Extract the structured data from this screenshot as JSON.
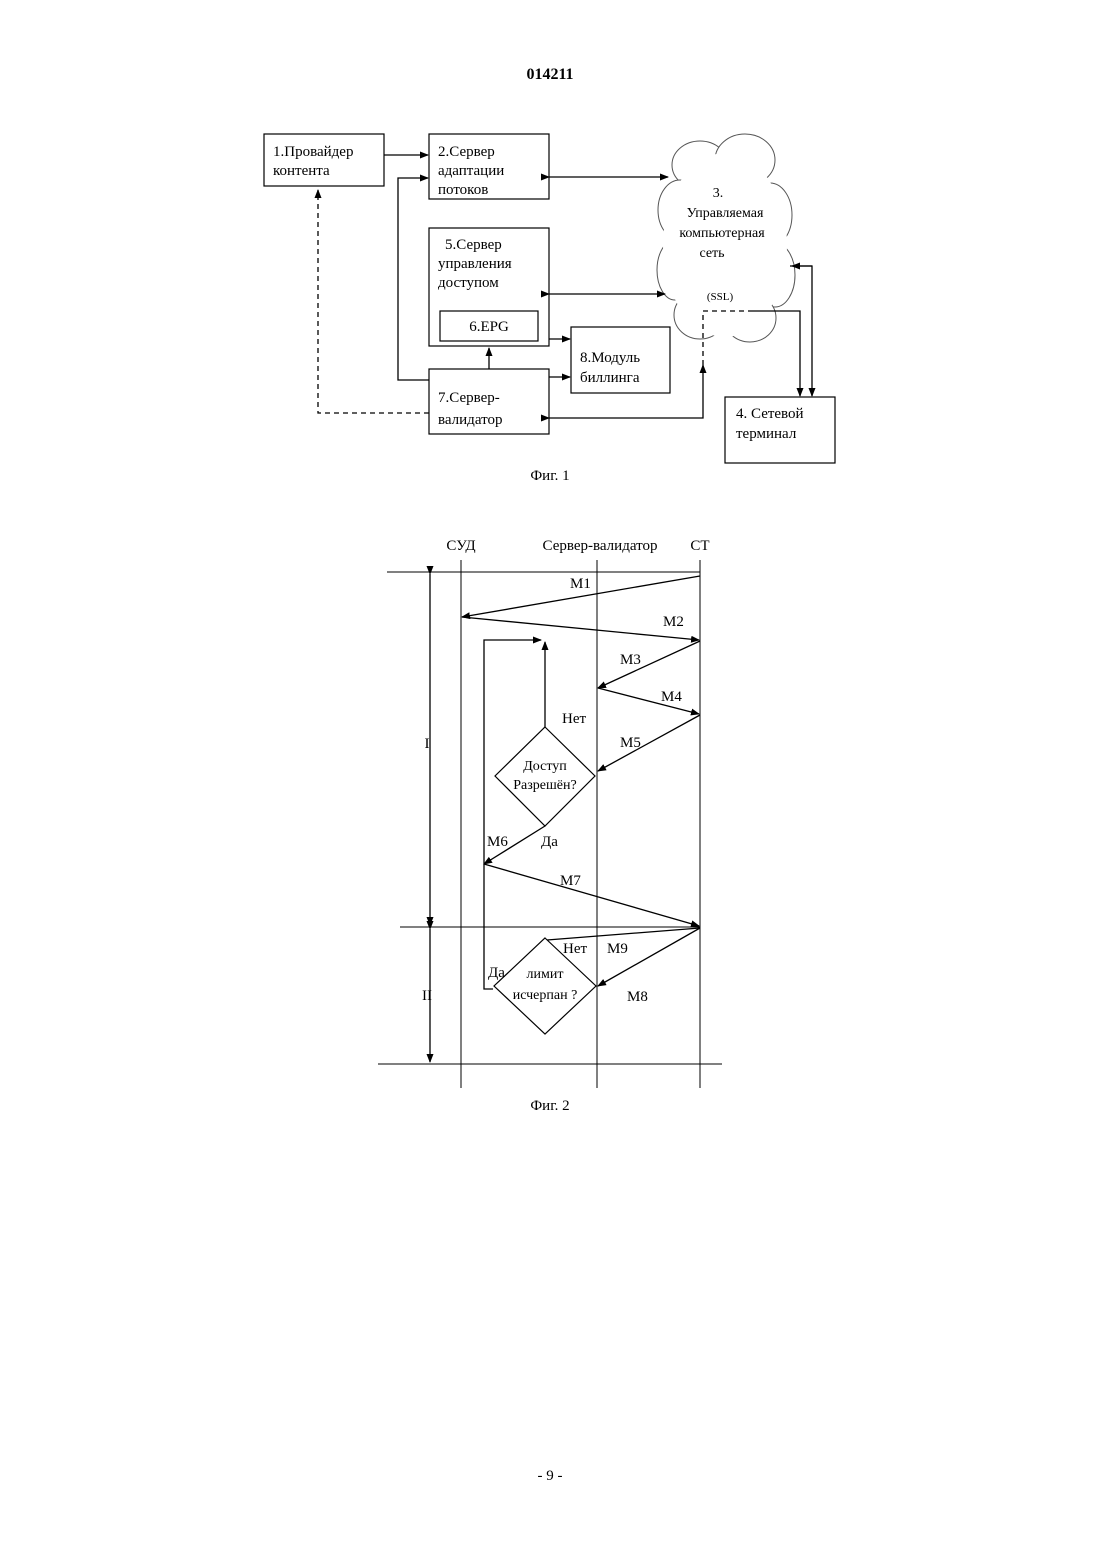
{
  "header": {
    "doc_number": "014211"
  },
  "fig1": {
    "caption": "Фиг. 1",
    "box1": [
      "1.Провайдер",
      "контента"
    ],
    "box2": [
      "2.Сервер",
      "адаптации",
      "потоков"
    ],
    "cloud": [
      "3.",
      "Управляемая",
      "компьютерная",
      "сеть"
    ],
    "ssl": "(SSL)",
    "box4": [
      "4. Сетевой",
      "терминал"
    ],
    "box5": [
      "5.Сервер",
      "управления",
      "доступом"
    ],
    "box6": "6.EPG",
    "box7": [
      "7.Сервер-",
      "валидатор"
    ],
    "box8": [
      "8.Модуль",
      "биллинга"
    ]
  },
  "fig2": {
    "caption": "Фиг. 2",
    "columns": [
      "СУД",
      "Сервер-валидатор",
      "СТ"
    ],
    "phases": [
      "I",
      "II"
    ],
    "messages": [
      "M1",
      "M2",
      "M3",
      "M4",
      "M5",
      "M6",
      "M7",
      "M8",
      "M9"
    ],
    "decision1": [
      "Доступ",
      "Разрешён?"
    ],
    "decision2": [
      "лимит",
      "исчерпан ?"
    ],
    "no_label": "Нет",
    "yes_label": "Да"
  },
  "footer": {
    "page_number": "- 9 -"
  }
}
